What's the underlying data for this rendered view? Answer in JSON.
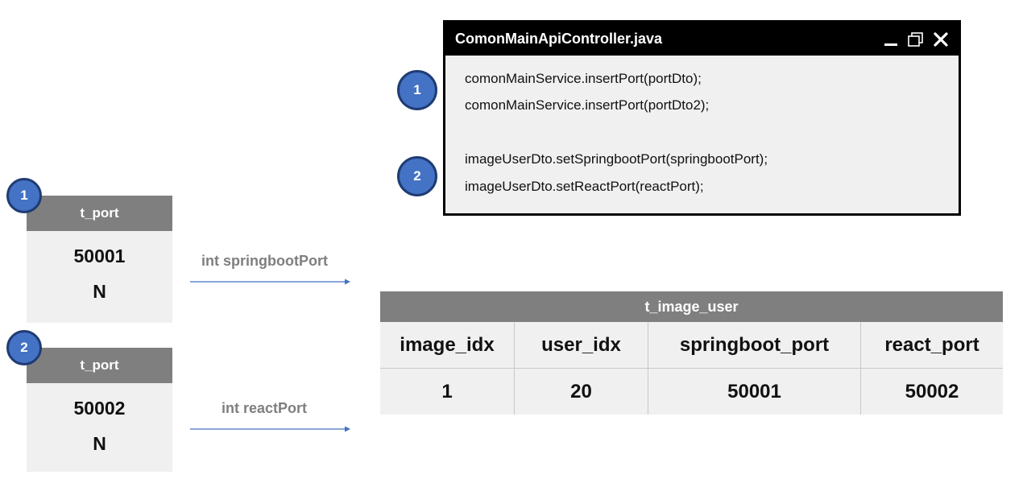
{
  "cards": [
    {
      "badge": "1",
      "header": "t_port",
      "port": "50001",
      "flag": "N"
    },
    {
      "badge": "2",
      "header": "t_port",
      "port": "50002",
      "flag": "N"
    }
  ],
  "arrows": [
    {
      "label": "int springbootPort"
    },
    {
      "label": "int reactPort"
    }
  ],
  "code_window": {
    "title": "ComonMainApiController.java",
    "controls": {
      "minimize": "minimize-icon",
      "restore": "restore-icon",
      "close": "close-icon"
    },
    "badges": [
      "1",
      "2"
    ],
    "lines": [
      "comonMainService.insertPort(portDto);",
      "comonMainService.insertPort(portDto2);",
      "imageUserDto.setSpringbootPort(springbootPort);",
      "imageUserDto.setReactPort(reactPort);"
    ]
  },
  "table": {
    "title": "t_image_user",
    "columns": [
      "image_idx",
      "user_idx",
      "springboot_port",
      "react_port"
    ],
    "rows": [
      [
        "1",
        "20",
        "50001",
        "50002"
      ]
    ]
  },
  "colors": {
    "badge": "#4472c4",
    "header": "#7f7f7f",
    "panel": "#f0f0f0",
    "arrow": "#4472c4"
  }
}
